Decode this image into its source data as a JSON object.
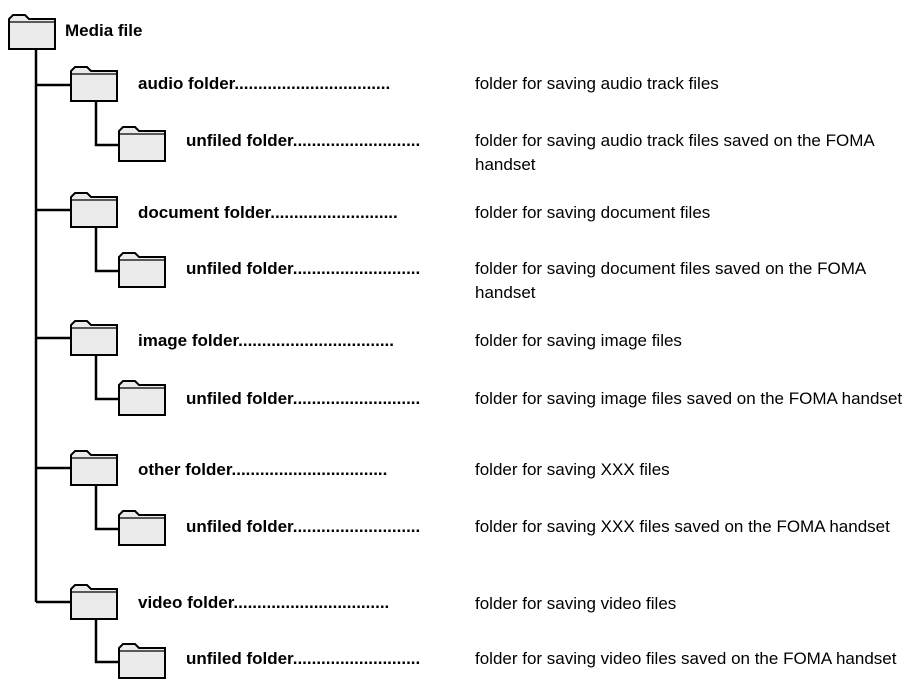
{
  "root": {
    "label": "Media file",
    "icon": "folder-icon"
  },
  "folders": [
    {
      "label": "audio folder.................................",
      "description": "folder for saving audio track files",
      "sub": {
        "label": "unfiled folder...........................",
        "description": "folder for saving audio track files saved on the FOMA handset"
      }
    },
    {
      "label": "document folder...........................",
      "description": "folder for saving document files",
      "sub": {
        "label": "unfiled folder...........................",
        "description": "folder for saving document files saved on the FOMA handset"
      }
    },
    {
      "label": "image folder.................................",
      "description": "folder for saving image files",
      "sub": {
        "label": "unfiled folder...........................",
        "description": "folder for saving image files saved on the FOMA handset"
      }
    },
    {
      "label": "other folder.................................",
      "description": "folder for saving XXX files",
      "sub": {
        "label": "unfiled folder...........................",
        "description": "folder for saving XXX files saved on the FOMA handset"
      }
    },
    {
      "label": "video folder.................................",
      "description": "folder for saving video files",
      "sub": {
        "label": "unfiled folder...........................",
        "description": "folder for saving video files saved on the FOMA handset"
      }
    }
  ]
}
